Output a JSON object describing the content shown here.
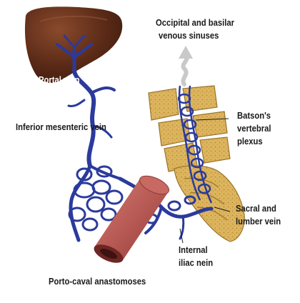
{
  "labels": {
    "portal_vein": "Portal vein",
    "inferior_mesenteric_vein": "Inferior mesenteric vein",
    "occipital_line1": "Occipital and basilar",
    "occipital_line2": "venous sinuses",
    "batson_line1": "Batson's",
    "batson_line2": "vertebral",
    "batson_line3": "plexus",
    "sacral_line1": "Sacral and",
    "sacral_line2": "lumber vein",
    "internal_line1": "Internal",
    "internal_line2": "iliac nein",
    "porto_caval": "Porto-caval anastomoses"
  },
  "colors": {
    "vein": "#2b3a9c",
    "liver": "#5a2a17",
    "liver_highlight": "#8a4a2c",
    "bone": "#d9b25a",
    "bone_dark": "#a87f2e",
    "rectum": "#b85a55",
    "arrow": "#c9c9c9"
  }
}
